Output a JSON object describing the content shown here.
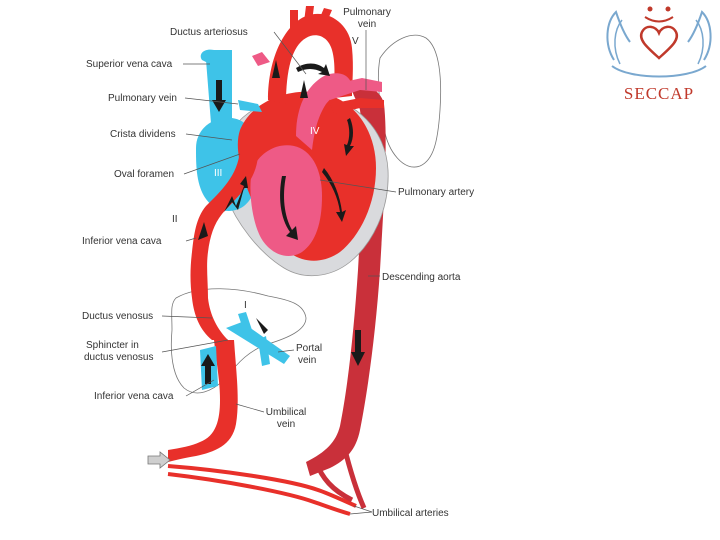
{
  "labels": {
    "ductus_arteriosus": "Ductus arteriosus",
    "pulmonary_vein_top_1": "Pulmonary",
    "pulmonary_vein_top_2": "vein",
    "superior_vena_cava": "Superior vena cava",
    "pulmonary_vein_left": "Pulmonary vein",
    "crista_dividens": "Crista dividens",
    "oval_foramen": "Oval foramen",
    "pulmonary_artery": "Pulmonary artery",
    "inferior_vena_cava_upper": "Inferior vena cava",
    "descending_aorta": "Descending aorta",
    "ductus_venosus": "Ductus venosus",
    "sphincter_1": "Sphincter in",
    "sphincter_2": "ductus venosus",
    "portal_vein_1": "Portal",
    "portal_vein_2": "vein",
    "inferior_vena_cava_lower": "Inferior vena cava",
    "umbilical_vein_1": "Umbilical",
    "umbilical_vein_2": "vein",
    "umbilical_arteries": "Umbilical arteries"
  },
  "numerals": {
    "i": "I",
    "ii": "II",
    "iii": "III",
    "iv": "IV",
    "v": "V"
  },
  "logo": {
    "text": "SECCAP",
    "icon": "hands-heart-icon"
  },
  "colors": {
    "oxygenated": "#e8302a",
    "deoxygenated": "#3ec3e8",
    "mixed": "#ee5a86",
    "aorta": "#c9303a",
    "logo_blue": "#7aa8cf",
    "logo_red": "#c0392b"
  }
}
